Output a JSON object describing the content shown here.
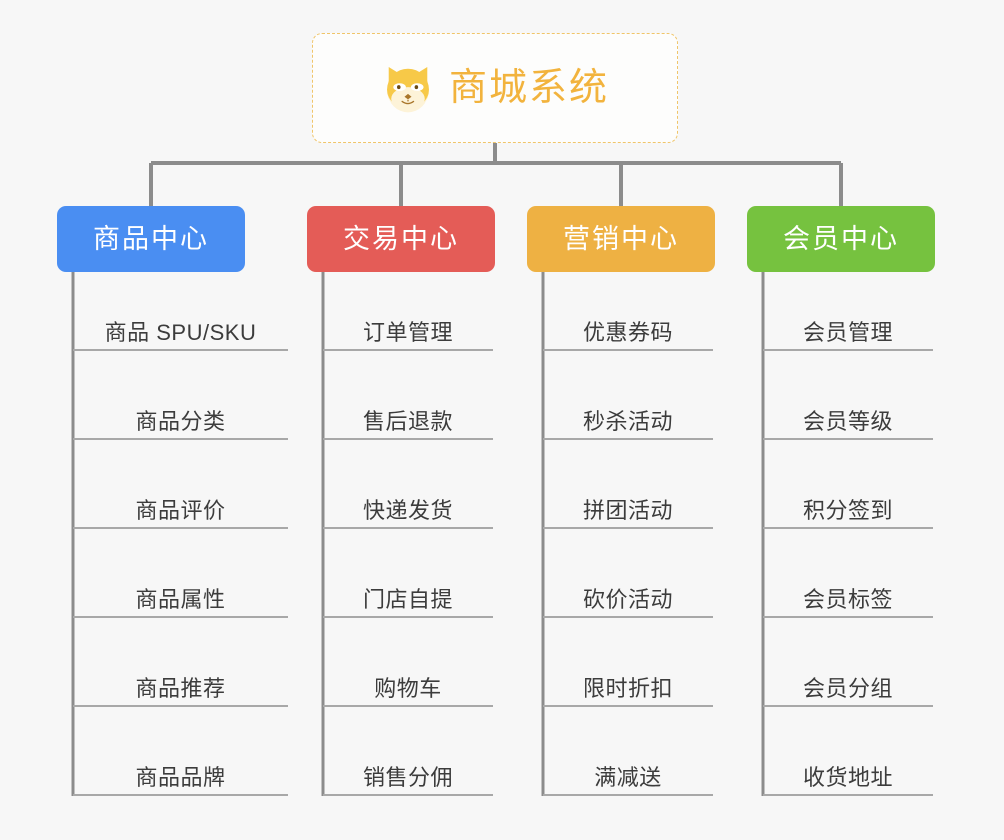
{
  "root": {
    "title": "商城系统",
    "icon": "shiba-dog-icon",
    "border_color": "#f0c569",
    "text_color": "#f2b33d"
  },
  "columns": [
    {
      "id": "product-center",
      "label": "商品中心",
      "color": "#4a8ef2",
      "items": [
        "商品 SPU/SKU",
        "商品分类",
        "商品评价",
        "商品属性",
        "商品推荐",
        "商品品牌"
      ]
    },
    {
      "id": "trade-center",
      "label": "交易中心",
      "color": "#e45c57",
      "items": [
        "订单管理",
        "售后退款",
        "快递发货",
        "门店自提",
        "购物车",
        "销售分佣"
      ]
    },
    {
      "id": "marketing-center",
      "label": "营销中心",
      "color": "#eeb143",
      "items": [
        "优惠券码",
        "秒杀活动",
        "拼团活动",
        "砍价活动",
        "限时折扣",
        "满减送"
      ]
    },
    {
      "id": "member-center",
      "label": "会员中心",
      "color": "#76c23f",
      "items": [
        "会员管理",
        "会员等级",
        "积分签到",
        "会员标签",
        "会员分组",
        "收货地址"
      ]
    }
  ],
  "connector_color": "#8c8c8c",
  "background_color": "#f7f7f7"
}
